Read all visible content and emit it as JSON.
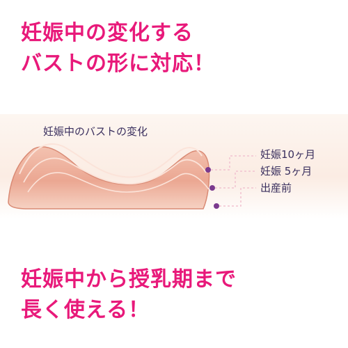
{
  "headline_top": {
    "line1": "妊娠中の変化する",
    "line2": "バストの形に対応！"
  },
  "diagram": {
    "title": "妊娠中のバストの変化",
    "stages": [
      {
        "label": "妊娠10ヶ月"
      },
      {
        "label": "妊娠 5ヶ月"
      },
      {
        "label": "出産前"
      }
    ]
  },
  "headline_bottom": {
    "line1": "妊娠中から授乳期まで",
    "line2": "長く使える！"
  },
  "colors": {
    "accent": "#e8197a",
    "label_text": "#3a2f5e",
    "pad_fill": "#eba792",
    "pad_edge": "#d98a74",
    "marker": "#7b3a8e",
    "guide_line": "#f2c2d0"
  }
}
